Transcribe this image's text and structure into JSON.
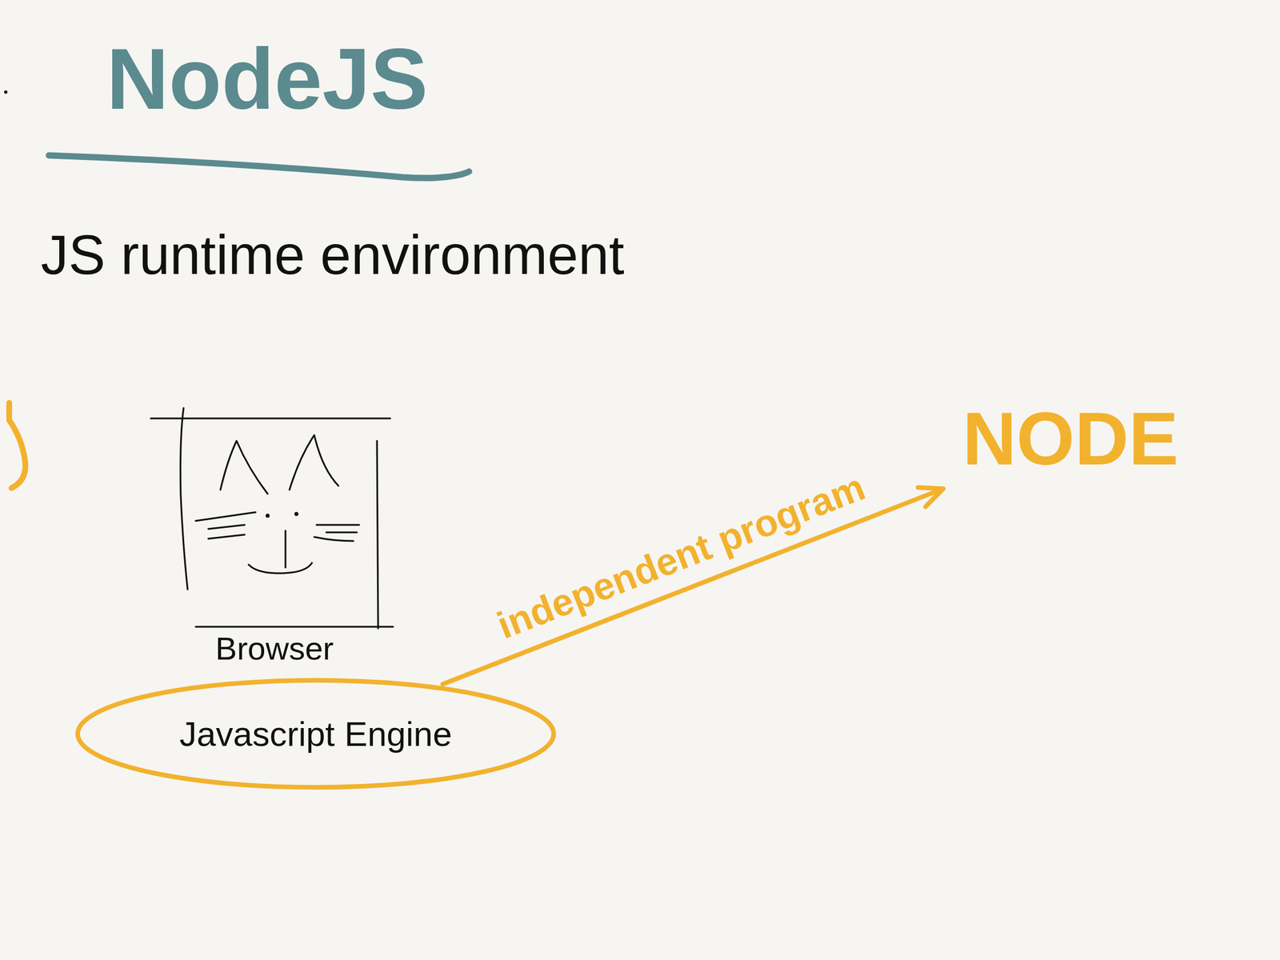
{
  "diagram": {
    "title": "NodeJS",
    "nodes": [
      {
        "text": [
          "Browser"
        ]
      },
      {
        "text": [
          "Javascript Engine"
        ]
      },
      {
        "text": [
          "NODE"
        ]
      }
    ],
    "edges": [
      {
        "from": 1,
        "to": 2,
        "label": "independent program",
        "arrow": "to"
      }
    ],
    "labels": [
      "JS runtime environment"
    ]
  }
}
